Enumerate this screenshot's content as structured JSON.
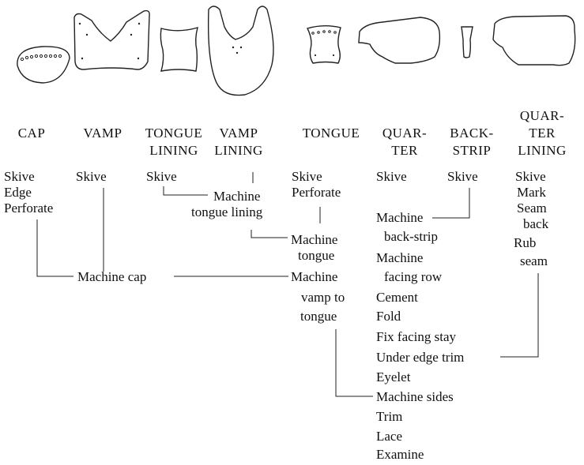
{
  "headers": {
    "cap": [
      "CAP"
    ],
    "vamp": [
      "VAMP"
    ],
    "tongue_lining": [
      "TONGUE",
      "LINING"
    ],
    "vamp_lining": [
      "VAMP",
      "LINING"
    ],
    "tongue": [
      "TONGUE"
    ],
    "quarter": [
      "QUAR-",
      "TER"
    ],
    "back_strip": [
      "BACK-",
      "STRIP"
    ],
    "quarter_lining": [
      "QUAR-",
      "TER",
      "LINING"
    ]
  },
  "steps": {
    "cap": [
      "Skive",
      "Edge",
      "Perforate"
    ],
    "vamp": [
      "Skive"
    ],
    "tongue_lining": [
      "Skive"
    ],
    "tongue": [
      "Skive",
      "Perforate"
    ],
    "quarter": [
      "Skive"
    ],
    "back_strip": [
      "Skive"
    ],
    "quarter_lining": [
      "Skive",
      "Mark",
      "Seam",
      "back",
      "Rub",
      "seam"
    ]
  },
  "operations": {
    "machine_tongue_lining": [
      "Machine",
      "tongue lining"
    ],
    "machine_tongue": [
      "Machine",
      "tongue"
    ],
    "machine_cap": "Machine cap",
    "machine_vamp_to_tongue": [
      "Machine",
      "vamp to",
      "tongue"
    ],
    "quarter_sequence": [
      "Machine",
      "back-strip",
      "Machine",
      "facing row",
      "Cement",
      "Fold",
      "Fix facing stay",
      "Under edge trim",
      "Eyelet",
      "Machine sides",
      "Trim",
      "Lace",
      "Examine"
    ]
  }
}
